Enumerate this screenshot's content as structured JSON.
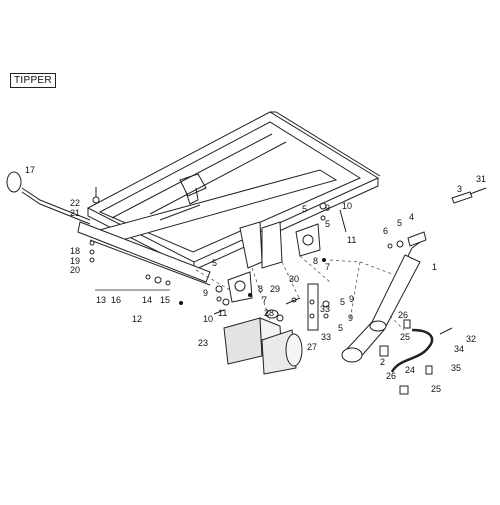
{
  "title": "TIPPER",
  "callouts": [
    "1",
    "2",
    "3",
    "4",
    "5",
    "6",
    "7",
    "8",
    "9",
    "10",
    "11",
    "12",
    "13",
    "14",
    "15",
    "16",
    "17",
    "18",
    "19",
    "20",
    "21",
    "22",
    "23",
    "24",
    "25",
    "26",
    "27",
    "28",
    "29",
    "30",
    "31",
    "32",
    "33",
    "34",
    "35"
  ],
  "colors": {
    "line": "#222222",
    "dash": "#555555",
    "shade": "#d9d9d9",
    "dark": "#8a8a8a"
  }
}
